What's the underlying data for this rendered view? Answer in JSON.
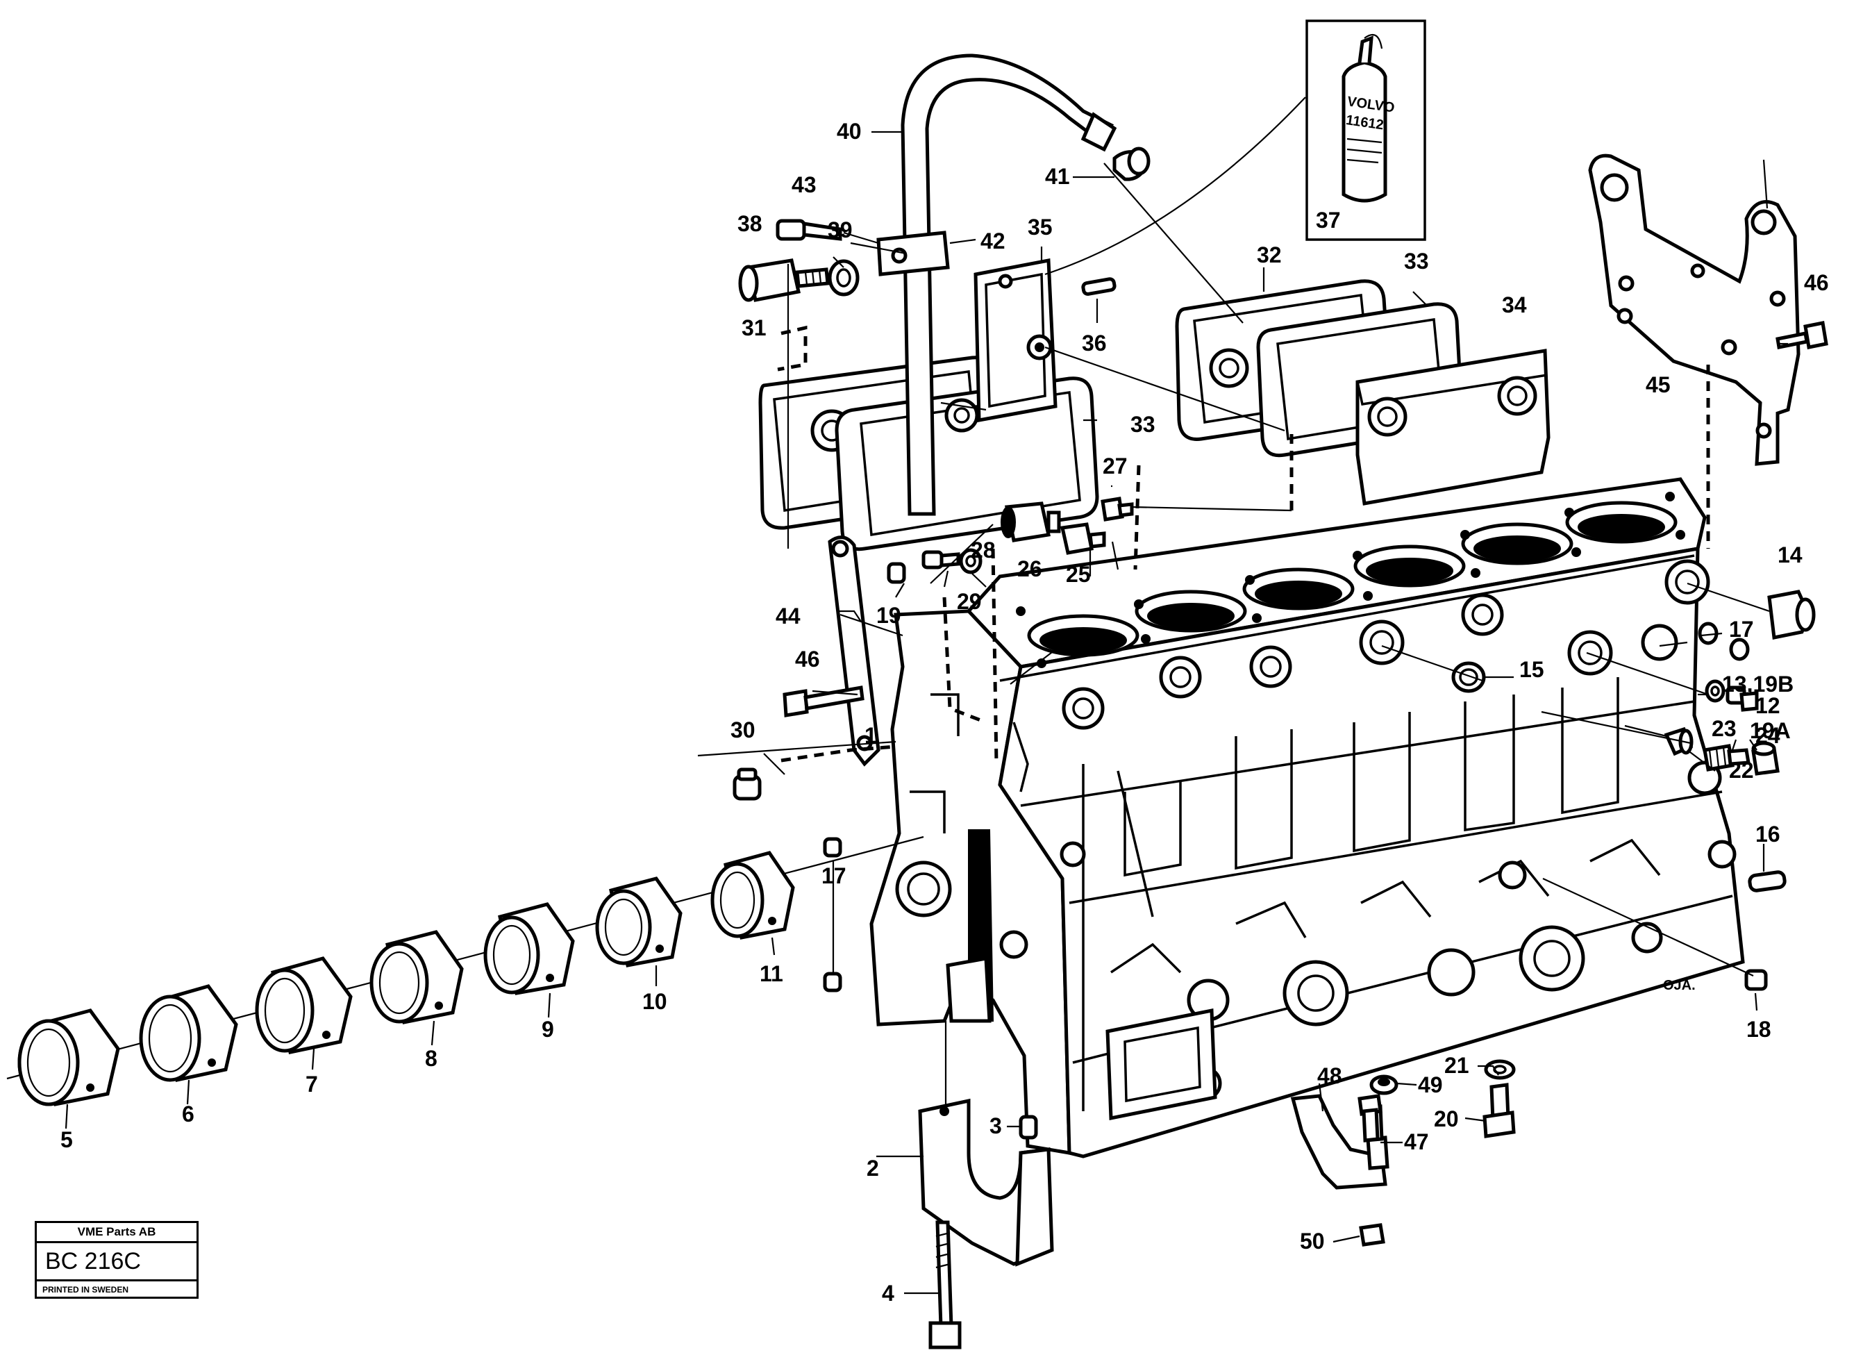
{
  "labels": [
    "1",
    "2",
    "3",
    "4",
    "5",
    "6",
    "7",
    "8",
    "9",
    "10",
    "11",
    "12",
    "13,19B",
    "14",
    "15",
    "16",
    "17",
    "17",
    "18",
    "19",
    "19A",
    "20",
    "21",
    "22",
    "23",
    "24",
    "25",
    "26",
    "27",
    "28",
    "29",
    "30",
    "31",
    "32",
    "33",
    "33",
    "34",
    "35",
    "36",
    "37",
    "38",
    "39",
    "40",
    "41",
    "42",
    "43",
    "44",
    "45",
    "46",
    "46",
    "47",
    "48",
    "49",
    "50"
  ],
  "bottle": {
    "brand": "VOLVO",
    "code": "11612"
  },
  "stamp": {
    "company": "VME Parts AB",
    "code": "BC 216C",
    "printed": "PRINTED IN SWEDEN"
  },
  "drawing_mark": "OJA."
}
